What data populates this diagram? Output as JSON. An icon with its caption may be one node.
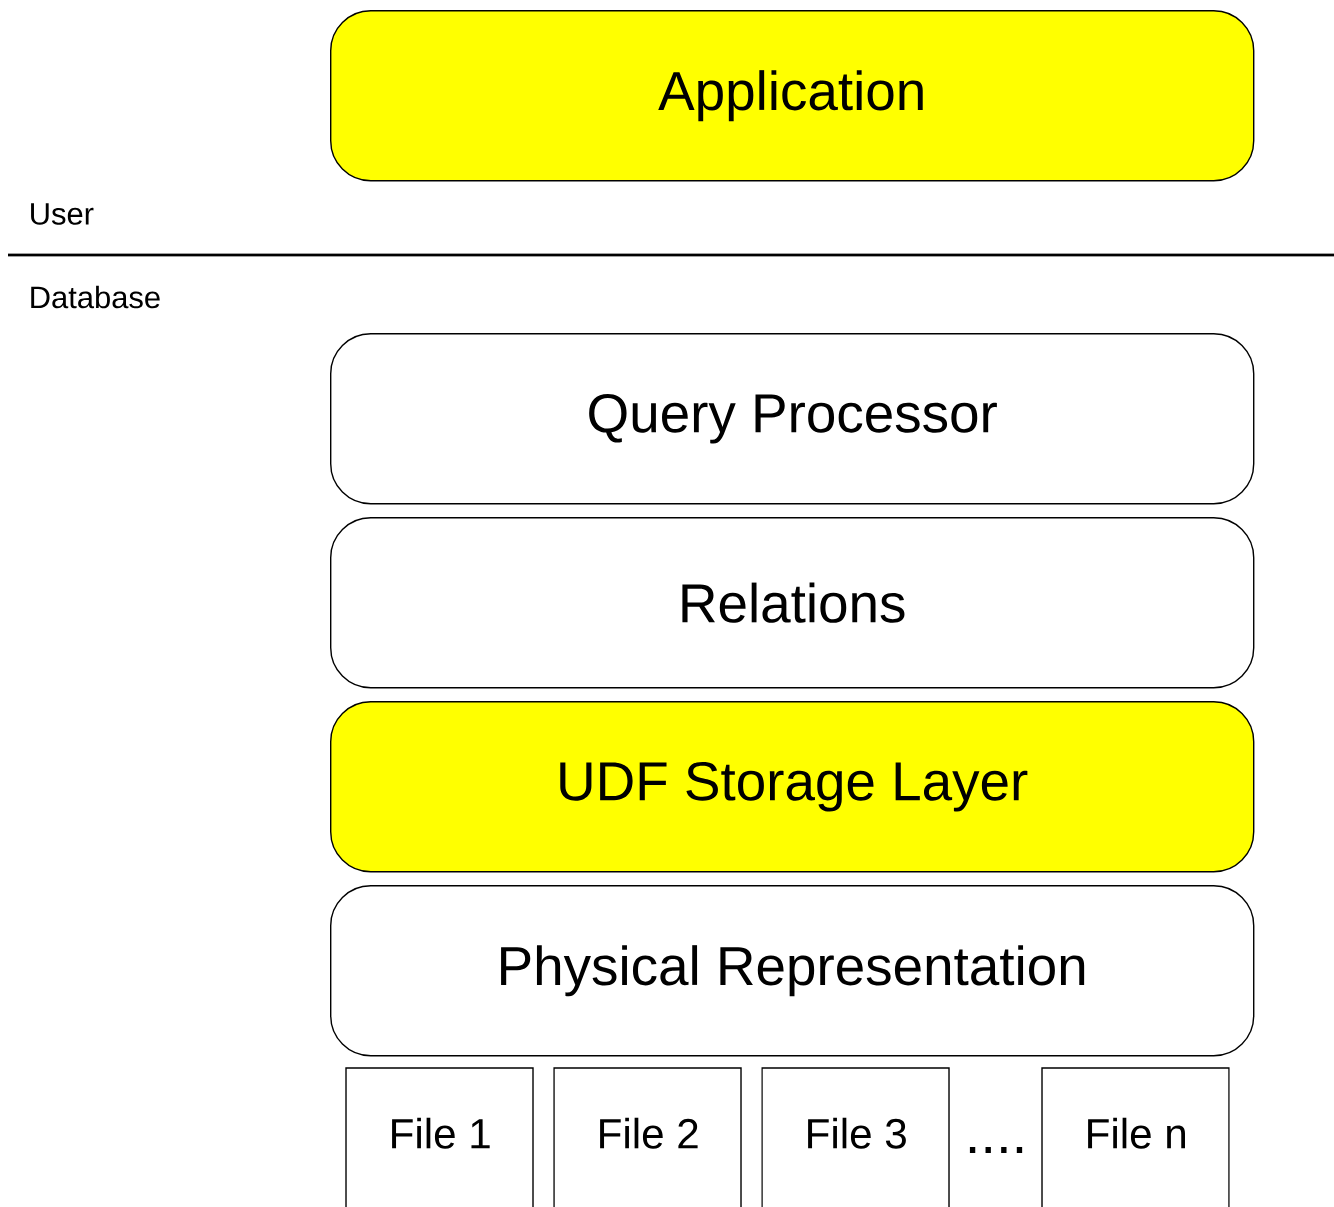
{
  "diagram": {
    "nodes": [
      {
        "text": [
          "Application"
        ]
      },
      {
        "text": [
          "Query Processor"
        ]
      },
      {
        "text": [
          "Relations"
        ]
      },
      {
        "text": [
          "UDF Storage Layer"
        ]
      },
      {
        "text": [
          "Physical Representation"
        ]
      },
      {
        "text": [
          "File 1"
        ]
      },
      {
        "text": [
          "File 2"
        ]
      },
      {
        "text": [
          "File 3"
        ]
      },
      {
        "text": [
          "File n"
        ]
      }
    ],
    "labels": [
      "User",
      "Database",
      "...."
    ]
  }
}
